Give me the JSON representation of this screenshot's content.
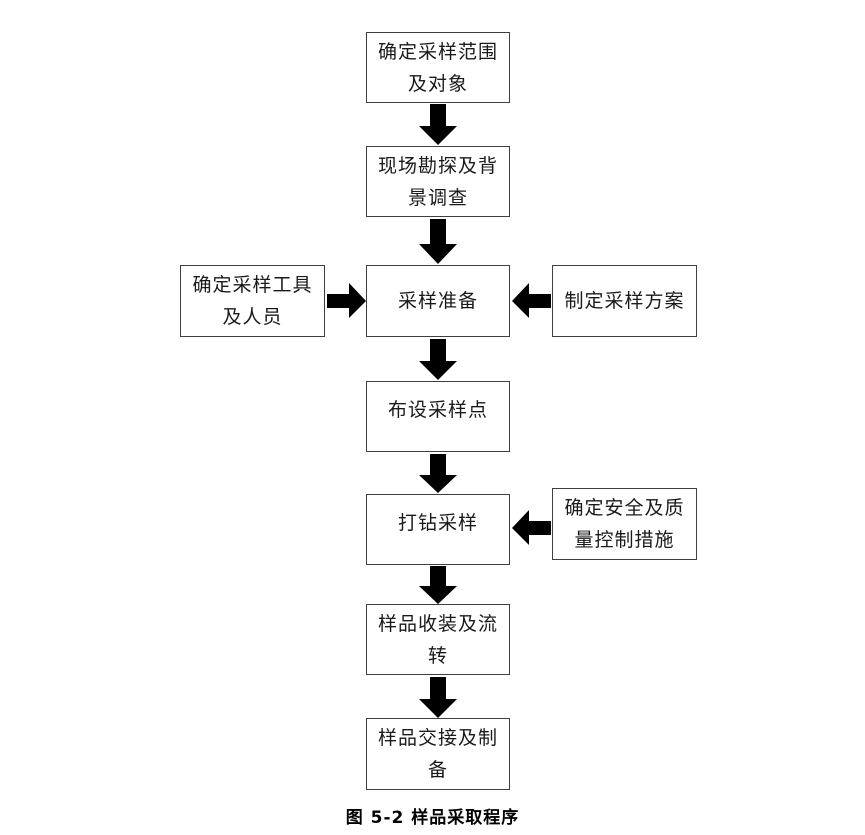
{
  "figure": {
    "caption": "图 5-2  样品采取程序",
    "type": "flowchart",
    "orientation": "top-to-bottom",
    "arrow_color": "#000000",
    "box_border_color": "#3f3f3f",
    "box_fill_color": "#ffffff"
  },
  "nodes": [
    {
      "id": "n1",
      "label": "确定采样范围\n及对象",
      "column": "main",
      "lines": 2
    },
    {
      "id": "n2",
      "label": "现场勘探及背\n景调查",
      "column": "main",
      "lines": 2
    },
    {
      "id": "n3",
      "label": "确定采样工具\n及人员",
      "column": "left",
      "lines": 2
    },
    {
      "id": "n4",
      "label": "采样准备",
      "column": "main",
      "lines": 1
    },
    {
      "id": "n5",
      "label": "制定采样方案",
      "column": "right",
      "lines": 1
    },
    {
      "id": "n6",
      "label": "布设采样点",
      "column": "main",
      "lines": 1
    },
    {
      "id": "n7",
      "label": "打钻采样",
      "column": "main",
      "lines": 1
    },
    {
      "id": "n8",
      "label": "确定安全及质\n量控制措施",
      "column": "right",
      "lines": 2
    },
    {
      "id": "n9",
      "label": "样品收装及流\n转",
      "column": "main",
      "lines": 2
    },
    {
      "id": "n10",
      "label": "样品交接及制\n备",
      "column": "main",
      "lines": 2
    }
  ],
  "edges": [
    {
      "from": "n1",
      "to": "n2",
      "direction": "down"
    },
    {
      "from": "n2",
      "to": "n4",
      "direction": "down"
    },
    {
      "from": "n3",
      "to": "n4",
      "direction": "right"
    },
    {
      "from": "n5",
      "to": "n4",
      "direction": "left"
    },
    {
      "from": "n4",
      "to": "n6",
      "direction": "down"
    },
    {
      "from": "n6",
      "to": "n7",
      "direction": "down"
    },
    {
      "from": "n8",
      "to": "n7",
      "direction": "left"
    },
    {
      "from": "n7",
      "to": "n9",
      "direction": "down"
    },
    {
      "from": "n9",
      "to": "n10",
      "direction": "down"
    }
  ]
}
